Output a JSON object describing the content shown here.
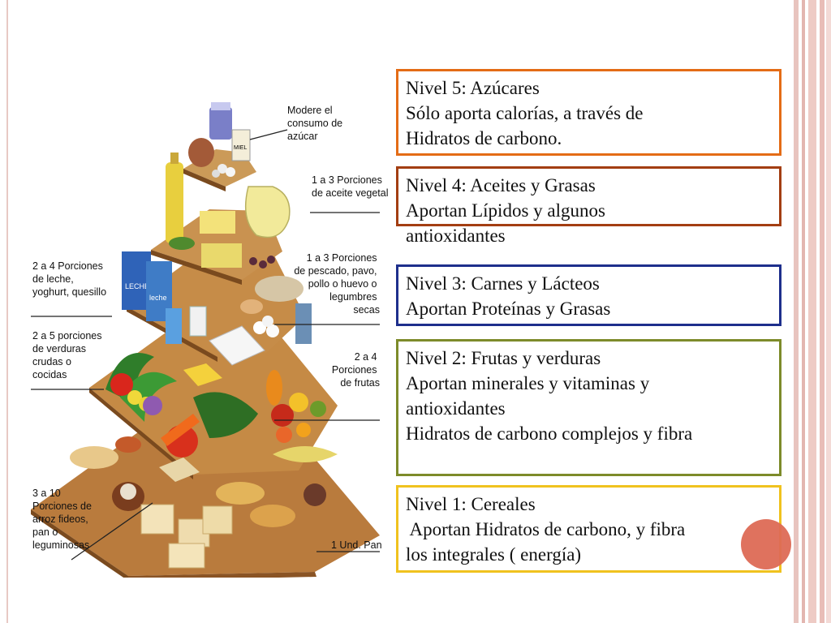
{
  "pyramid": {
    "labels": {
      "sugar": [
        "Modere el",
        "consumo de",
        "azúcar"
      ],
      "oil": [
        "1 a 3 Porciones",
        "de aceite vegetal"
      ],
      "dairy": [
        "2 a 4 Porciones",
        "de leche,",
        "yoghurt, quesillo"
      ],
      "protein": [
        "1 a 3 Porciones",
        "de pescado, pavo,",
        "pollo o huevo o",
        "legumbres",
        "secas"
      ],
      "vegetables": [
        "2 a 5 porciones",
        "de verduras",
        "crudas o",
        "cocidas"
      ],
      "fruits": [
        "2 a 4",
        "Porciones",
        "de frutas"
      ],
      "cereals": [
        "3 a 10",
        "Porciones de",
        "arroz fideos,",
        "pan o",
        "leguminosas"
      ],
      "bread": [
        "1 Und. Pan"
      ]
    },
    "package_labels": {
      "leche1": "LECHE",
      "leche2": "leche",
      "miel": "MIEL"
    }
  },
  "levels": [
    {
      "lines": [
        "Nivel 5: Azúcares",
        "Sólo aporta calorías, a través de",
        "Hidratos de carbono."
      ],
      "border": "#e46c16"
    },
    {
      "lines": [
        "Nivel 4: Aceites y Grasas",
        "Aportan Lípidos y algunos",
        "antioxidantes"
      ],
      "border": "#a33e12"
    },
    {
      "lines": [
        "Nivel 3: Carnes y Lácteos",
        "Aportan Proteínas y Grasas"
      ],
      "border": "#1e2f8c"
    },
    {
      "lines": [
        "Nivel 2: Frutas y verduras",
        "Aportan minerales y vitaminas y",
        "antioxidantes",
        "Hidratos de carbono complejos y fibra"
      ],
      "border": "#7d8b2a"
    },
    {
      "lines": [
        "Nivel 1: Cereales",
        " Aportan Hidratos de carbono, y fibra",
        "los integrales ( energía)"
      ],
      "border": "#f0c21e"
    }
  ],
  "colors": {
    "accent_dot": "#dd6a55",
    "stripe": "#e8c4bf",
    "pyramid_wood": "#b5793a"
  }
}
